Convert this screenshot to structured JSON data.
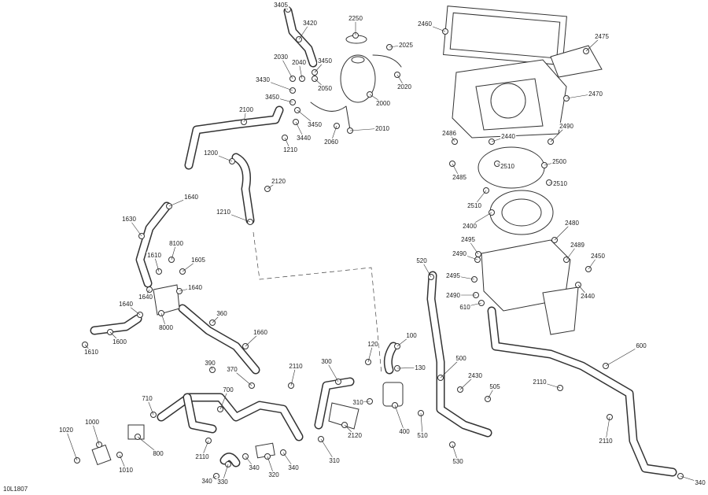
{
  "diagram_code": "10L1807",
  "part_labels": [
    "3405",
    "3420",
    "2250",
    "2460",
    "2475",
    "2025",
    "2030",
    "2040",
    "3450",
    "3430",
    "2050",
    "2020",
    "2470",
    "3450",
    "2000",
    "3450",
    "2100",
    "2010",
    "3440",
    "2060",
    "2486",
    "2440",
    "2490",
    "1210",
    "1200",
    "2500",
    "2510",
    "2485",
    "2120",
    "2510",
    "1640",
    "2510",
    "1210",
    "1630",
    "2400",
    "2480",
    "8100",
    "2495",
    "1610",
    "1605",
    "2490",
    "2489",
    "520",
    "2450",
    "1640",
    "2495",
    "1640",
    "2490",
    "2440",
    "1640",
    "610",
    "8000",
    "360",
    "1660",
    "600",
    "1600",
    "1610",
    "120",
    "100",
    "390",
    "370",
    "130",
    "2110",
    "300",
    "500",
    "2430",
    "505",
    "2110",
    "710",
    "700",
    "310",
    "1000",
    "1020",
    "800",
    "400",
    "510",
    "2120",
    "2110",
    "1010",
    "2110",
    "530",
    "310",
    "330",
    "340",
    "340",
    "320",
    "340",
    "340"
  ]
}
